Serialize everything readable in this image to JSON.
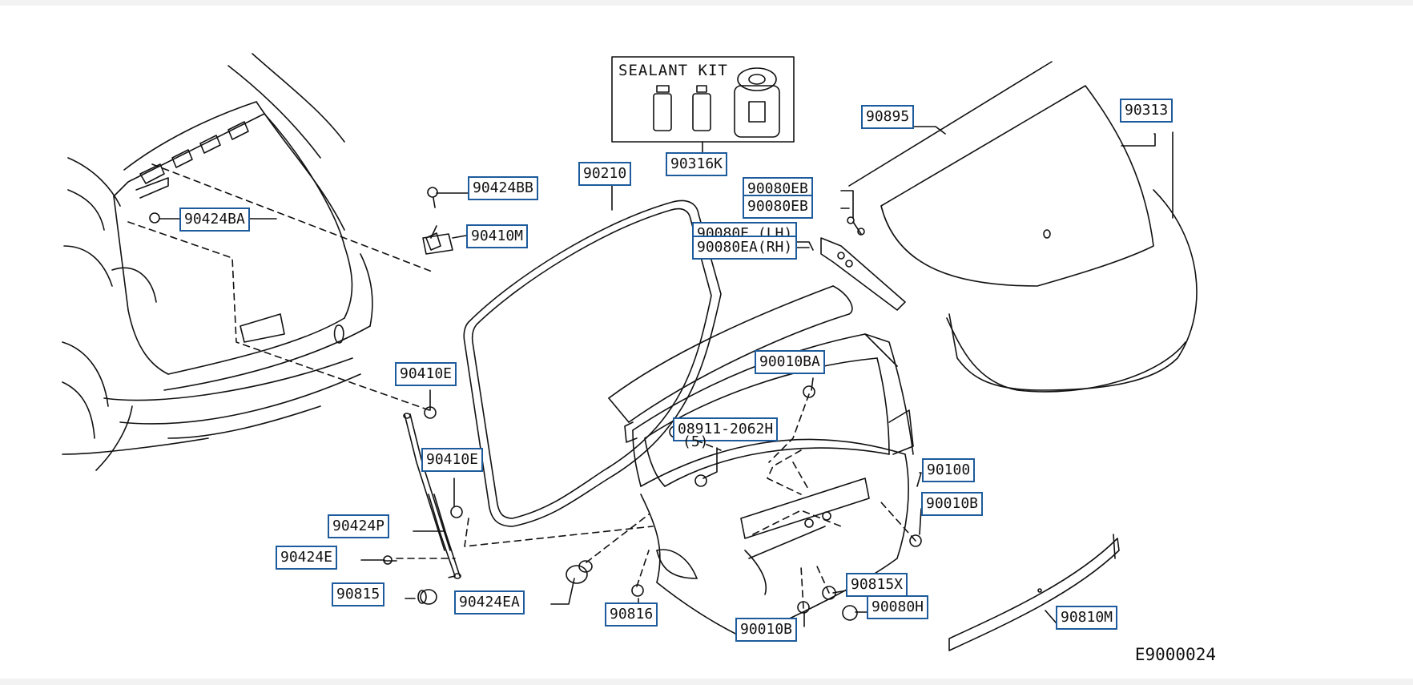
{
  "diagram": {
    "reference_code": "E9000024",
    "sealant_kit_label": "SEALANT KIT",
    "qty_note": "(5)"
  },
  "parts": {
    "p90424BB": "90424BB",
    "p90424BA": "90424BA",
    "p90410M": "90410M",
    "p90210": "90210",
    "p90316K": "90316K",
    "p90080EB_a": "90080EB",
    "p90080EB_b": "90080EB",
    "p90080E_lh": "90080E (LH)",
    "p90080EA_rh": "90080EA(RH)",
    "p90895": "90895",
    "p90313": "90313",
    "p90410E_upper": "90410E",
    "p90010BA": "90010BA",
    "p08911": "08911-2062H",
    "p90410E_lower": "90410E",
    "p90100": "90100",
    "p90010B_right": "90010B",
    "p90424P": "90424P",
    "p90424E": "90424E",
    "p90815": "90815",
    "p90424EA": "90424EA",
    "p90816": "90816",
    "p90010B_bottom": "90010B",
    "p90815X": "90815X",
    "p90080H": "90080H",
    "p90810M": "90810M"
  }
}
